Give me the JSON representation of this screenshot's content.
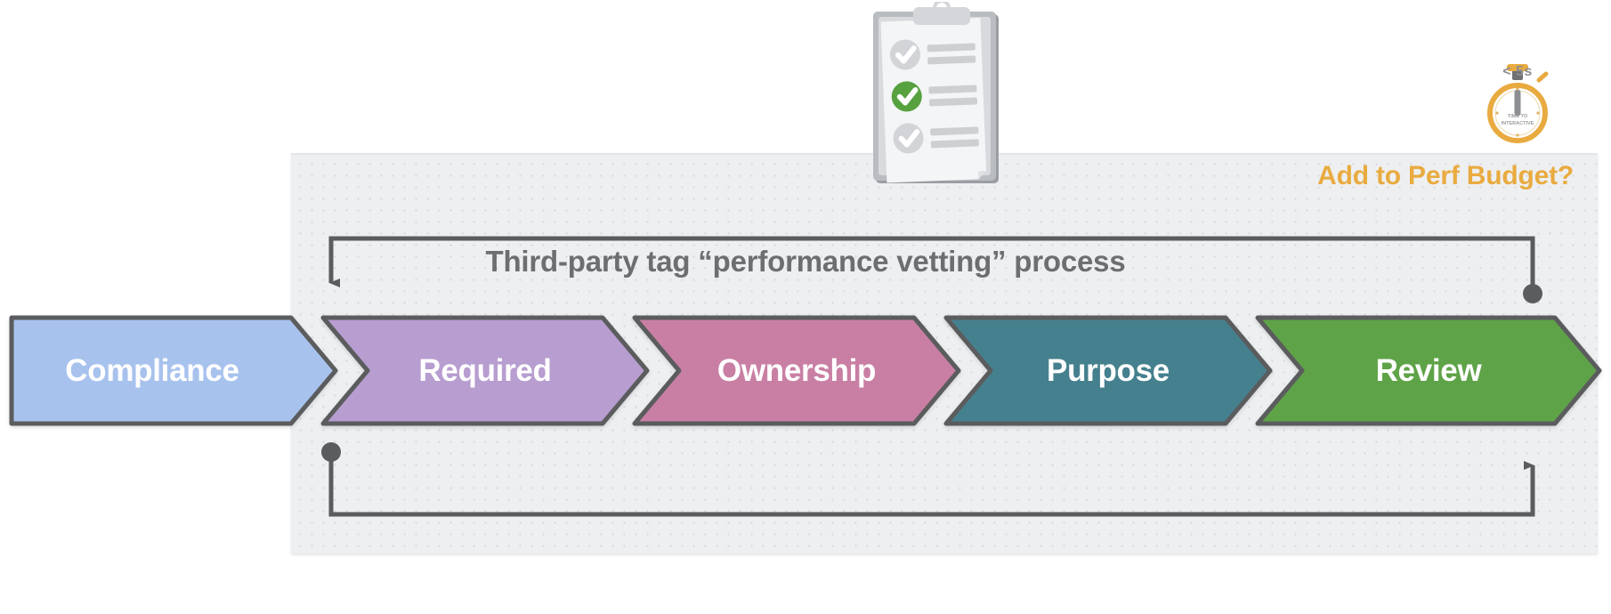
{
  "diagram": {
    "loop_title": "Third-party tag “performance vetting” process",
    "perf_budget_label": "Add to Perf Budget?",
    "stopwatch": {
      "threshold": "< 5s",
      "metric_line1": "TIME TO",
      "metric_line2": "INTERACTIVE"
    },
    "colors": {
      "compliance": "#A8C2EE",
      "required": "#B79DD0",
      "ownership": "#C97FA4",
      "purpose": "#45808E",
      "review": "#5FA348",
      "stroke": "#5B5C5E",
      "panel_bg": "#EEEFF1",
      "accent_amber": "#E9AB40",
      "heading_grey": "#6D6E71"
    },
    "steps": [
      {
        "label": "Compliance",
        "color": "#A8C2EE"
      },
      {
        "label": "Required",
        "color": "#B79DD0"
      },
      {
        "label": "Ownership",
        "color": "#C97FA4"
      },
      {
        "label": "Purpose",
        "color": "#45808E"
      },
      {
        "label": "Review",
        "color": "#5FA348"
      }
    ]
  }
}
